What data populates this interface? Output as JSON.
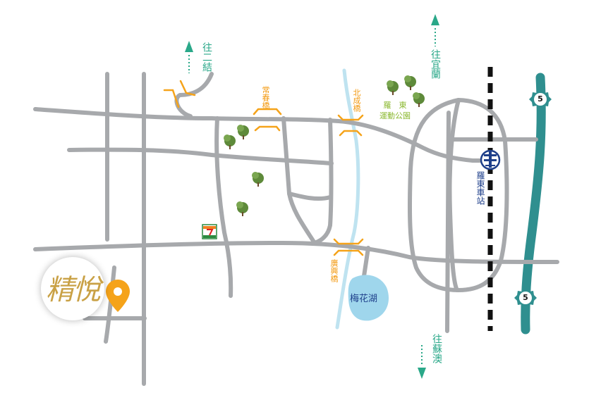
{
  "directions": {
    "north_left": "往二結",
    "north_right": "往宜蘭",
    "south": "往蘇澳"
  },
  "bridges": {
    "changchun": "常春橋",
    "beicheng": "北成橋",
    "guangxing": "廣興橋"
  },
  "park": {
    "line1": "羅　東",
    "line2": "運動公園"
  },
  "station": {
    "name": "羅東車站"
  },
  "lake": {
    "name": "梅花湖"
  },
  "highway": {
    "number_top": "5",
    "number_bottom": "5"
  },
  "landmark": {
    "brand": "精悅"
  },
  "colors": {
    "road": "#a7a9ac",
    "river": "#bfe3f0",
    "lake": "#9fd6ec",
    "highway": "#2f8f8f",
    "bridge": "#f5a31a",
    "direction_arrow": "#2aa889",
    "pin": "#f5a31a",
    "railway": "#111111",
    "station_icon": "#1e3f8a"
  },
  "icons": {
    "pin": "location-pin-icon",
    "station": "railway-station-icon",
    "store": "convenience-store-icon",
    "tree": "tree-icon"
  }
}
